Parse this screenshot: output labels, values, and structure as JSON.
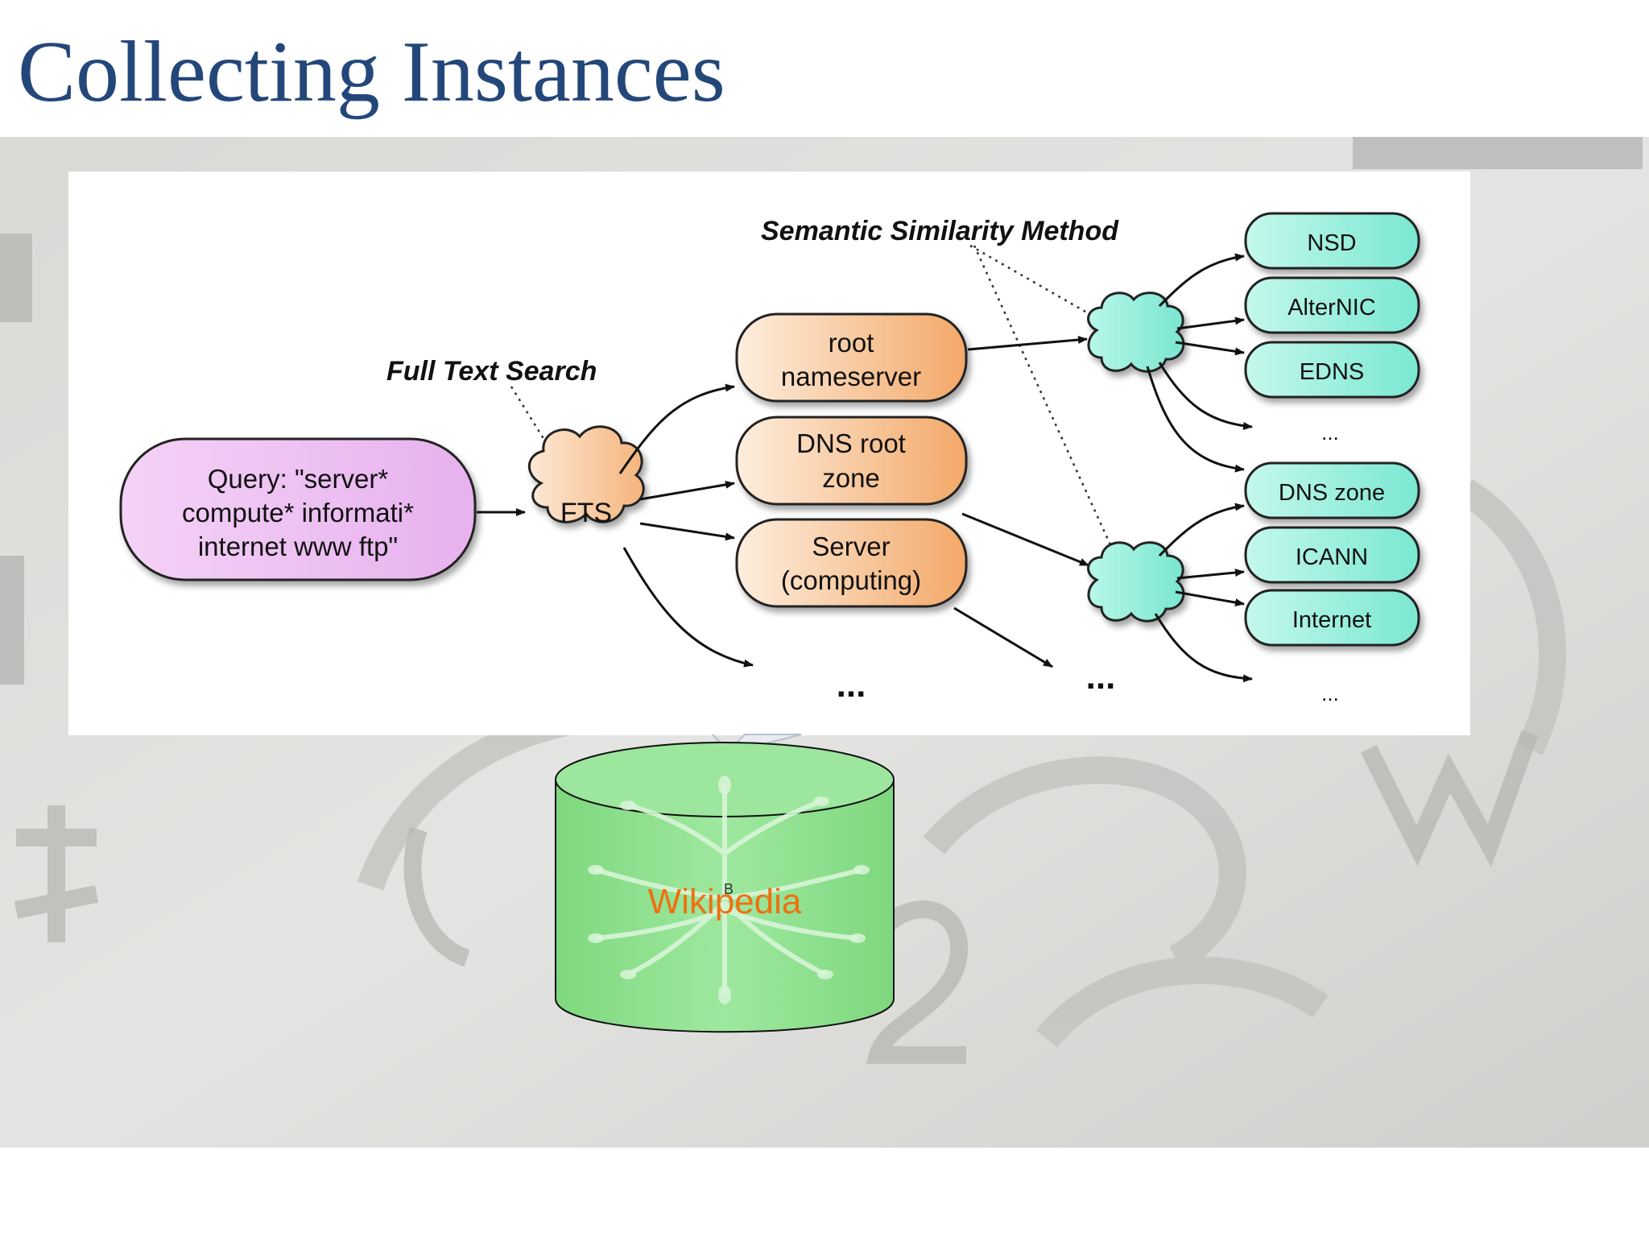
{
  "slide": {
    "title": "Collecting Instances"
  },
  "diagram": {
    "annotations": {
      "full_text_search": "Full Text Search",
      "semantic_similarity": "Semantic Similarity Method"
    },
    "query": {
      "line1": "Query: \"server*",
      "line2": "compute* informati*",
      "line3": "internet www ftp\""
    },
    "fts": "FTS",
    "articles": [
      {
        "line1": "root",
        "line2": "nameserver"
      },
      {
        "line1": "DNS root",
        "line2": "zone"
      },
      {
        "line1": "Server",
        "line2": "(computing)"
      }
    ],
    "ellipsis_big": "...",
    "ellipsis_small": "...",
    "results_group1": [
      "NSD",
      "AlterNIC",
      "EDNS"
    ],
    "results_group2": [
      "DNS zone",
      "ICANN",
      "Internet"
    ]
  },
  "database": {
    "label": "Wikipedia",
    "small_label": "B"
  },
  "colors": {
    "title": "#24477a",
    "query_fill": "#f0c6f5",
    "article_fill": "#f7c193",
    "result_fill": "#8ff0dc",
    "db_fill": "#8ee08e",
    "db_label": "#f07010"
  }
}
